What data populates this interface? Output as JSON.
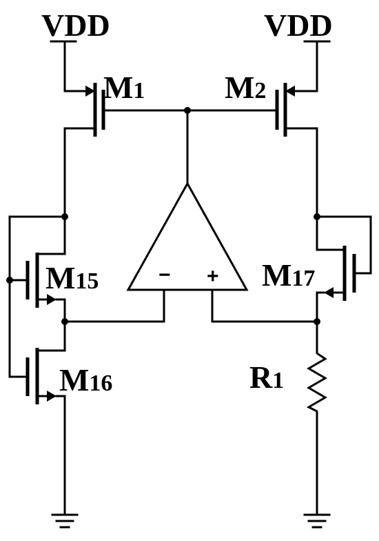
{
  "labels": {
    "vdd_left": "VDD",
    "vdd_right": "VDD",
    "m1": {
      "letter": "M",
      "sub": "1"
    },
    "m2": {
      "letter": "M",
      "sub": "2"
    },
    "m15": {
      "letter": "M",
      "sub": "15"
    },
    "m16": {
      "letter": "M",
      "sub": "16"
    },
    "m17": {
      "letter": "M",
      "sub": "17"
    },
    "r1": {
      "letter": "R",
      "sub": "1"
    }
  },
  "opamp": {
    "inverting_sign": "−",
    "noninverting_sign": "+"
  }
}
